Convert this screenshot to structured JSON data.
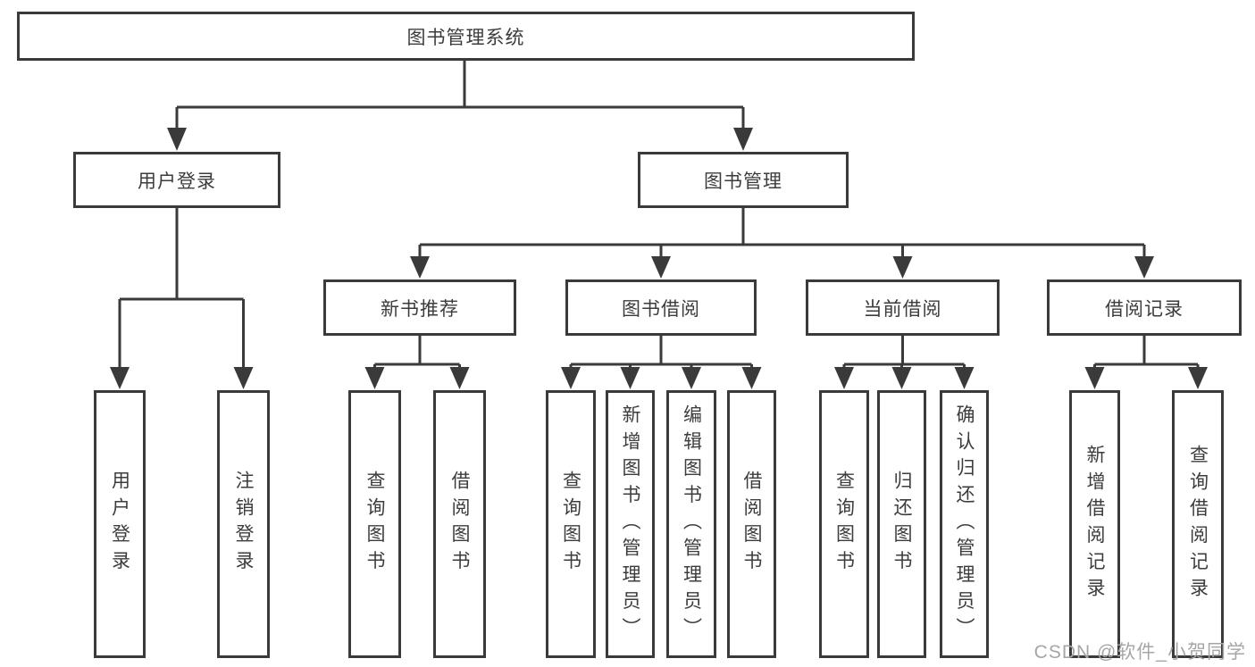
{
  "tree": {
    "label": "图书管理系统",
    "children": [
      {
        "label": "用户登录",
        "children": [
          {
            "label": "用户登录"
          },
          {
            "label": "注销登录"
          }
        ]
      },
      {
        "label": "图书管理",
        "children": [
          {
            "label": "新书推荐",
            "children": [
              {
                "label": "查询图书"
              },
              {
                "label": "借阅图书"
              }
            ]
          },
          {
            "label": "图书借阅",
            "children": [
              {
                "label": "查询图书"
              },
              {
                "label": "新增图书（管理员）"
              },
              {
                "label": "编辑图书（管理员）"
              },
              {
                "label": "借阅图书"
              }
            ]
          },
          {
            "label": "当前借阅",
            "children": [
              {
                "label": "查询图书"
              },
              {
                "label": "归还图书"
              },
              {
                "label": "确认归还（管理员）"
              }
            ]
          },
          {
            "label": "借阅记录",
            "children": [
              {
                "label": "新增借阅记录"
              },
              {
                "label": "查询借阅记录"
              }
            ]
          }
        ]
      }
    ]
  },
  "watermark": {
    "text": "CSDN @软件_小贺同学"
  },
  "colors": {
    "line": "#3a3a3a",
    "box_border": "#3a3a3a",
    "text": "#3c3c3c",
    "background": "#ffffff",
    "watermark": "#a6a6a6"
  }
}
